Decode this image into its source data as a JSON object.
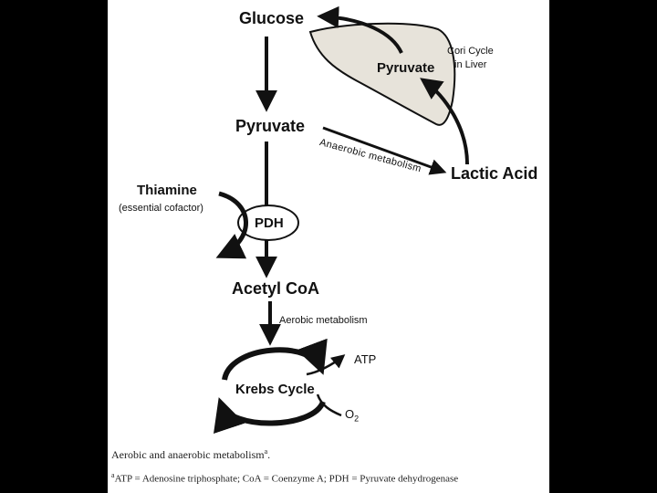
{
  "nodes": {
    "glucose": "Glucose",
    "pyruvate_main": "Pyruvate",
    "pyruvate_liver": "Pyruvate",
    "lactic_acid": "Lactic Acid",
    "thiamine": "Thiamine",
    "thiamine_note": "(essential cofactor)",
    "pdh": "PDH",
    "acetyl_coa": "Acetyl CoA",
    "krebs_cycle": "Krebs Cycle",
    "atp": "ATP",
    "o2": "O",
    "o2_subscript": "2"
  },
  "annotations": {
    "cori_cycle_line1": "Cori Cycle",
    "cori_cycle_line2": "in Liver",
    "anaerobic": "Anaerobic metabolism",
    "aerobic": "Aerobic metabolism"
  },
  "caption": {
    "title": "Aerobic and anaerobic metabolism",
    "title_sup": "a",
    "title_end": ".",
    "footnote_sup": "a",
    "footnote": "ATP = Adenosine triphosphate; CoA = Coenzyme A; PDH = Pyruvate dehydrogenase"
  },
  "colors": {
    "liver_fill": "#e7e3da",
    "background": "#000000",
    "figure_bg": "#ffffff",
    "stroke": "#111111"
  }
}
